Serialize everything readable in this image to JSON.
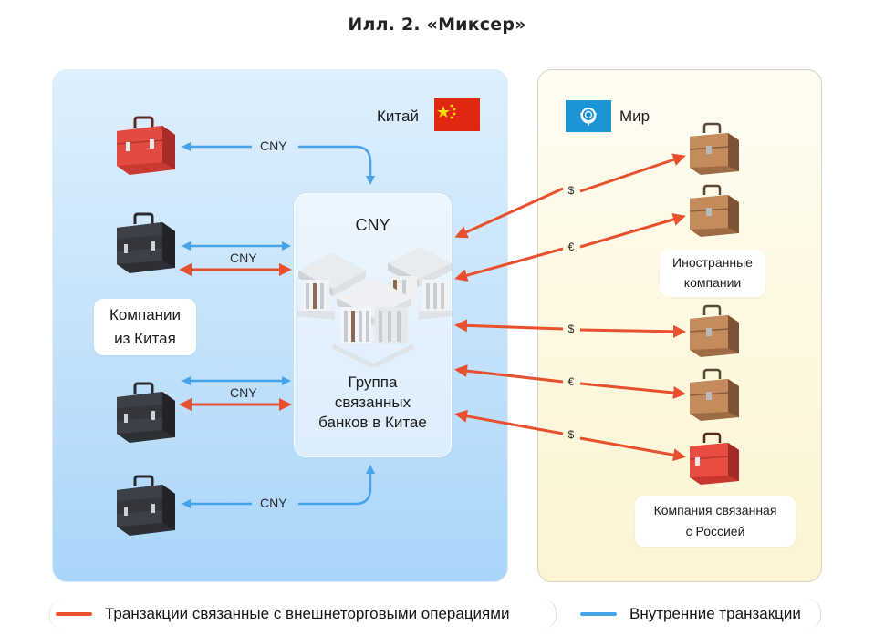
{
  "title": "Илл. 2. «Миксер»",
  "colors": {
    "trade_arrow": "#e8502e",
    "internal_arrow": "#45a3ec",
    "china_panel": "#c7e4fb",
    "world_panel": "#fdf8e0"
  },
  "china_region": {
    "label": "Китай",
    "flag_icon": "china-flag-icon",
    "companies_label_line1": "Компании",
    "companies_label_line2": "из Китая",
    "companies": [
      {
        "color": "red",
        "icon": "red-briefcase-icon",
        "flows": [
          "internal"
        ],
        "currency": "CNY"
      },
      {
        "color": "black",
        "icon": "black-briefcase-icon",
        "flows": [
          "internal",
          "trade"
        ],
        "currency": "CNY"
      },
      {
        "color": "black",
        "icon": "black-briefcase-icon",
        "flows": [
          "internal",
          "trade"
        ],
        "currency": "CNY"
      },
      {
        "color": "black",
        "icon": "black-briefcase-icon",
        "flows": [
          "internal"
        ],
        "currency": "CNY"
      }
    ]
  },
  "bank_group": {
    "currency": "CNY",
    "icon": "bank-buildings-icon",
    "caption_line1": "Группа",
    "caption_line2": "связанных",
    "caption_line3": "банков в Китае"
  },
  "world_region": {
    "label": "Мир",
    "flag_icon": "un-flag-icon",
    "foreign_label_line1": "Иностранные",
    "foreign_label_line2": "компании",
    "russia_label_line1": "Компания связанная",
    "russia_label_line2": "с Россией",
    "companies": [
      {
        "color": "brown",
        "currency": "$"
      },
      {
        "color": "brown",
        "currency": "€"
      },
      {
        "color": "brown",
        "currency": "$"
      },
      {
        "color": "brown",
        "currency": "€"
      },
      {
        "color": "red",
        "currency": "$"
      }
    ]
  },
  "legend": {
    "trade": "Транзакции связанные с внешнеторговыми операциями",
    "internal": "Внутренние транзакции"
  }
}
